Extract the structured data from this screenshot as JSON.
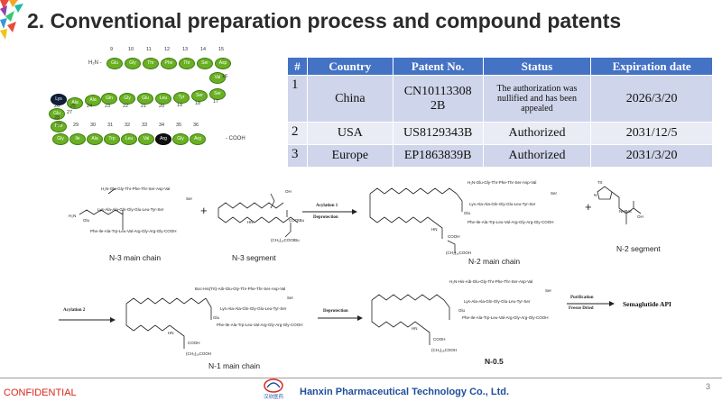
{
  "slide": {
    "title": "2. Conventional preparation process and compound patents",
    "confidential": "CONFIDENTIAL",
    "company": "Hanxin Pharmaceutical Technology Co., Ltd.",
    "logo_text": "汉欣医药",
    "page_number": "3"
  },
  "peptide": {
    "n_term": "H₂N -",
    "c_term": "- COOH",
    "residues": [
      {
        "n": "9",
        "aa": "Glu"
      },
      {
        "n": "10",
        "aa": "Gly"
      },
      {
        "n": "11",
        "aa": "Thr"
      },
      {
        "n": "12",
        "aa": "Phe"
      },
      {
        "n": "13",
        "aa": "Thr"
      },
      {
        "n": "14",
        "aa": "Ser"
      },
      {
        "n": "15",
        "aa": "Asp"
      },
      {
        "n": "16",
        "aa": "Val"
      },
      {
        "n": "17",
        "aa": "Ser"
      },
      {
        "n": "18",
        "aa": "Ser"
      },
      {
        "n": "19",
        "aa": "Tyr"
      },
      {
        "n": "20",
        "aa": "Leu"
      },
      {
        "n": "21",
        "aa": "Glu"
      },
      {
        "n": "22",
        "aa": "Gly"
      },
      {
        "n": "23",
        "aa": "Gln"
      },
      {
        "n": "24",
        "aa": "Ala"
      },
      {
        "n": "25",
        "aa": "Ala"
      },
      {
        "n": "26",
        "aa": "Lys"
      },
      {
        "n": "27",
        "aa": "Glu"
      },
      {
        "n": "28",
        "aa": "Phe"
      },
      {
        "n": "29",
        "aa": "Ile"
      },
      {
        "n": "30",
        "aa": "Ala"
      },
      {
        "n": "31",
        "aa": "Trp"
      },
      {
        "n": "32",
        "aa": "Leu"
      },
      {
        "n": "33",
        "aa": "Val"
      },
      {
        "n": "34",
        "aa": "Arg"
      },
      {
        "n": "35",
        "aa": "Gly"
      },
      {
        "n": "36",
        "aa": "Arg"
      },
      {
        "n": "37",
        "aa": "Gly"
      }
    ]
  },
  "patent_table": {
    "headers": [
      "#",
      "Country",
      "Patent No.",
      "Status",
      "Expiration date"
    ],
    "rows": [
      {
        "idx": "1",
        "country": "China",
        "patent_line1": "CN10113308",
        "patent_line2": "2B",
        "status": "The authorization was nullified and has been appealed",
        "expiry": "2026/3/20"
      },
      {
        "idx": "2",
        "country": "USA",
        "patent": "US8129343B",
        "status": "Authorized",
        "expiry": "2031/12/5"
      },
      {
        "idx": "3",
        "country": "Europe",
        "patent": "EP1863839B",
        "status": "Authorized",
        "expiry": "2031/3/20"
      }
    ]
  },
  "scheme": {
    "n3_chain_top": "H₂N-Glu-Gly-Thr-Phe-Thr-Ser-Asp-Val",
    "n3_chain_mid": "Lys-Ala-Ala-Gln-Gly-Glu-Leu-Tyr-Ser",
    "n3_chain_ser": "Ser",
    "n3_chain_glu": "Glu",
    "n3_chain_bot": "Phe-Ile-Ala-Trp-Leu-Val-Arg-Gly-Arg-Gly-COOH",
    "n3_h2n": "H₂N",
    "n3_main_caption": "N-3 main chain",
    "n3_segment_caption": "N-3 segment",
    "n3_seg_oh": "OH",
    "n3_seg_ester": "COOtBu",
    "n3_seg_chain": "(CH₂)₁₆COOtBu",
    "n3_seg_hn": "HN",
    "acylation1": "Acylation 1",
    "deprotection1": "Deprotection",
    "n2_main_caption": "N-2 main chain",
    "n2_segment_caption": "N-2 segment",
    "n2_seg_trt": "Trt",
    "n2_seg_nhboc": "NHBoc",
    "n2_seg_oh": "OH",
    "n2_seg_n": "N",
    "n2_chain_top": "H₂N-Glu-Gly-Thr-Phe-Thr-Ser-Asp-Val",
    "n2_chain_mid": "Lys-Ala-Ala-Gln-Gly-Glu-Leu-Tyr-Ser",
    "n2_chain_bot": "Phe-Ile-Ala-Trp-Leu-Val-Arg-Gly-Arg-Gly-COOH",
    "n2_cooh": "COOH",
    "n2_chain_side": "(CH₂)₁₆COOH",
    "acylation2": "Acylation 2",
    "n1_chain_top": "Boc-His(Trt)-Aib-Glu-Gly-Thr-Phe-Thr-Ser-Asp-Val",
    "n1_chain_mid": "Lys-Ala-Ala-Gln-Gly-Glu-Leu-Tyr-Ser",
    "n1_chain_bot": "Phe-Ile-Ala-Trp-Leu-Val-Arg-Gly-Arg-Gly-COOH",
    "n1_cooh": "COOH",
    "n1_chain_side": "(CH₂)₁₆COOH",
    "n1_main_caption": "N-1 main chain",
    "deprotection2": "Deprotection",
    "n05_chain_top": "H₂N-His-Aib-Glu-Gly-Thr-Phe-Thr-Ser-Asp-Val",
    "n05_chain_mid": "Lys-Ala-Ala-Gln-Gly-Glu-Leu-Tyr-Ser",
    "n05_chain_bot": "Phe-Ile-Ala-Trp-Leu-Val-Arg-Gly-Arg-Gly-COOH",
    "n05_cooh": "COOH",
    "n05_chain_side": "(CH₂)₁₆COOH",
    "n05_caption": "N-0.5",
    "purification": "Purification",
    "freeze_dried": "Freeze Dried",
    "api_label": "Semaglutide  API"
  }
}
